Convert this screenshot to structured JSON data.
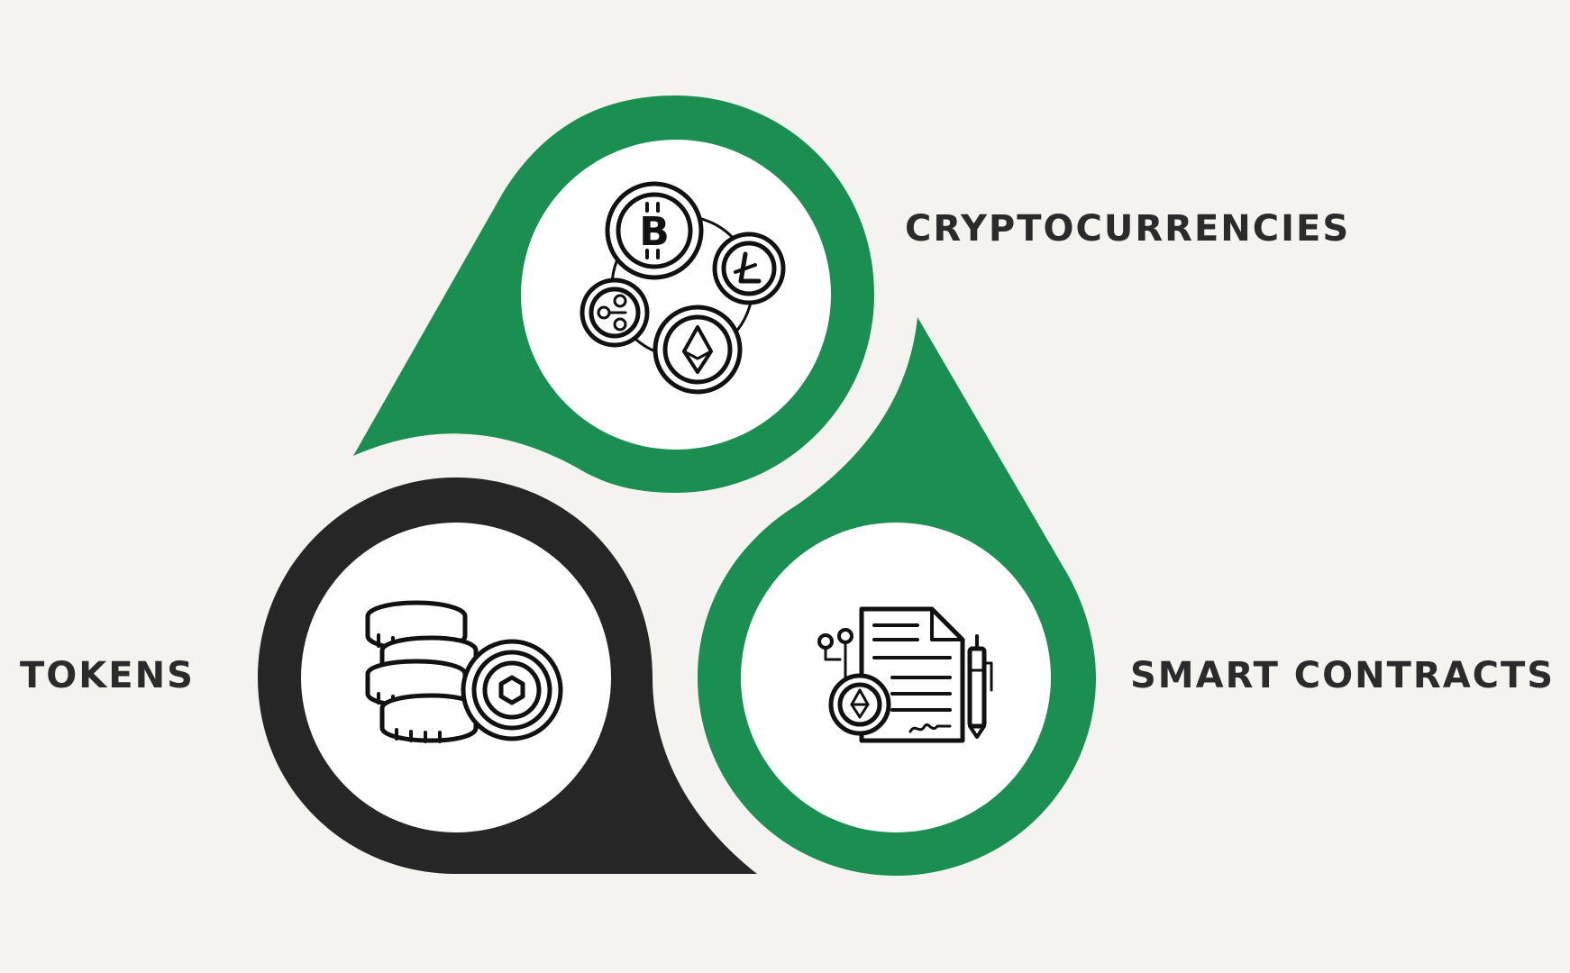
{
  "colors": {
    "background": "#f4f3ef",
    "green": "#1b8e51",
    "dark": "#262626",
    "white": "#ffffff",
    "text": "#2b2b2b"
  },
  "nodes": [
    {
      "label": "CRYPTOCURRENCIES",
      "color": "green",
      "icon": "crypto-coins-icon"
    },
    {
      "label": "TOKENS",
      "color": "dark",
      "icon": "token-coin-stack-icon"
    },
    {
      "label": "SMART CONTRACTS",
      "color": "green",
      "icon": "smart-contract-document-icon"
    }
  ]
}
